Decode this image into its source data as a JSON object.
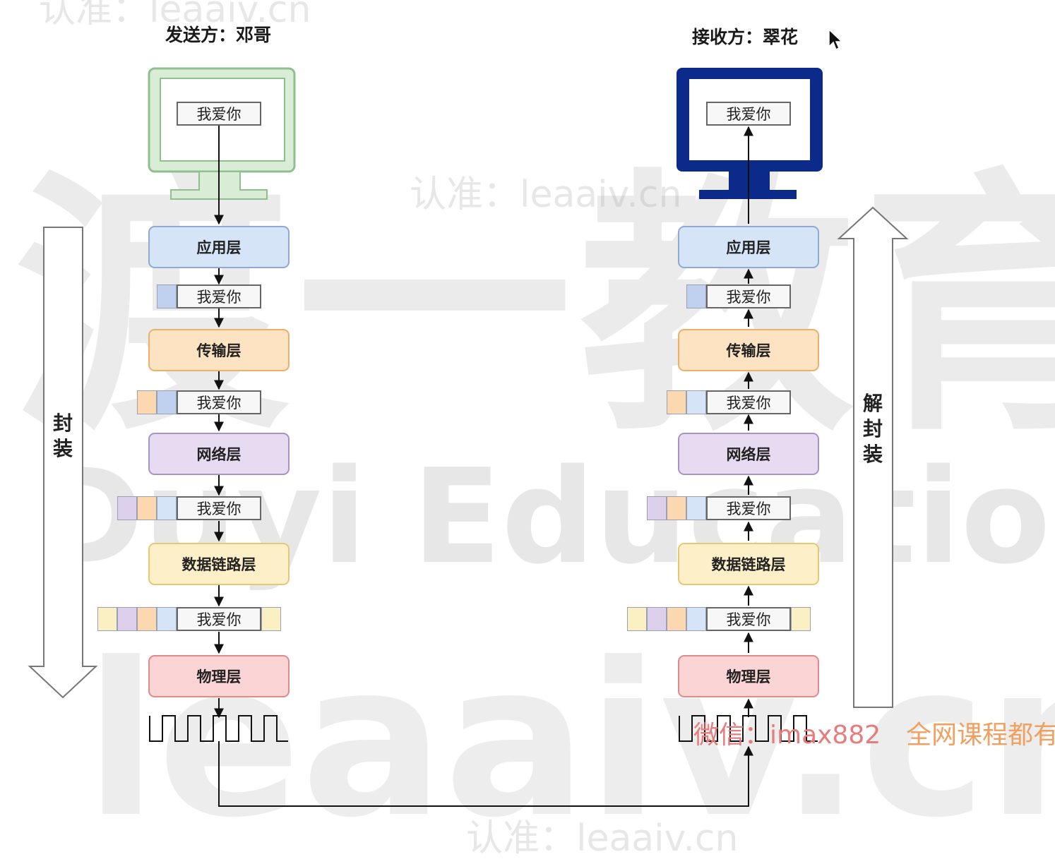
{
  "watermark": {
    "cn": "渡一教育",
    "en": "Duyi Education",
    "url": "leaaiv.cn",
    "small": "认准：leaaiv.cn"
  },
  "sender": {
    "title": "发送方：邓哥"
  },
  "receiver": {
    "title": "接收方：翠花"
  },
  "message": "我爱你",
  "layers": [
    "应用层",
    "传输层",
    "网络层",
    "数据链路层",
    "物理层"
  ],
  "encapsulate_label": [
    "封",
    "装"
  ],
  "decapsulate_label": [
    "解",
    "封",
    "装"
  ],
  "footer": {
    "wechat": "微信：imax882",
    "tagline": "全网课程都有"
  },
  "colors": {
    "app": {
      "fill": "#d6e4f7",
      "stroke": "#8da9d4",
      "header": "#bfd1ee"
    },
    "trans": {
      "fill": "#fde3c2",
      "stroke": "#e9b16c",
      "header": "#fbd8b0"
    },
    "net": {
      "fill": "#e6dbf0",
      "stroke": "#a893c4",
      "header": "#ddd0ec"
    },
    "link": {
      "fill": "#fdf0c8",
      "stroke": "#e4c876",
      "header": "#fbefc4"
    },
    "phy": {
      "fill": "#fbd5d5",
      "stroke": "#e08a8a"
    },
    "sender_monitor": "#8fbf8f",
    "sender_monitor_fill": "#d9ecd6",
    "receiver_monitor": "#0b2a8a"
  }
}
